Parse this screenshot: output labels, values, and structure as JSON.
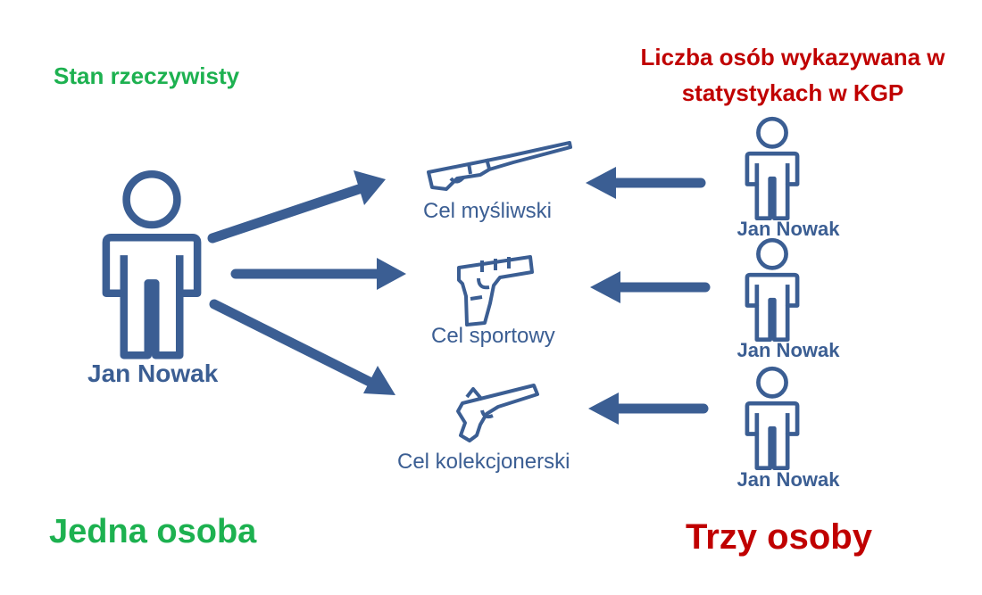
{
  "left_heading": "Stan rzeczywisty",
  "right_heading": "Liczba osób wykazywana w statystykach w KGP",
  "person_name": "Jan Nowak",
  "purposes": [
    "Cel myśliwski",
    "Cel sportowy",
    "Cel kolekcjonerski"
  ],
  "recorded_persons": [
    "Jan Nowak",
    "Jan Nowak",
    "Jan Nowak"
  ],
  "left_summary": "Jedna osoba",
  "right_summary": "Trzy osoby",
  "icons": [
    "person-icon",
    "rifle-icon",
    "pistol-icon",
    "flintlock-pistol-icon"
  ],
  "colors": {
    "accent": "#3b5e93",
    "green": "#1db150",
    "red": "#c00000"
  }
}
